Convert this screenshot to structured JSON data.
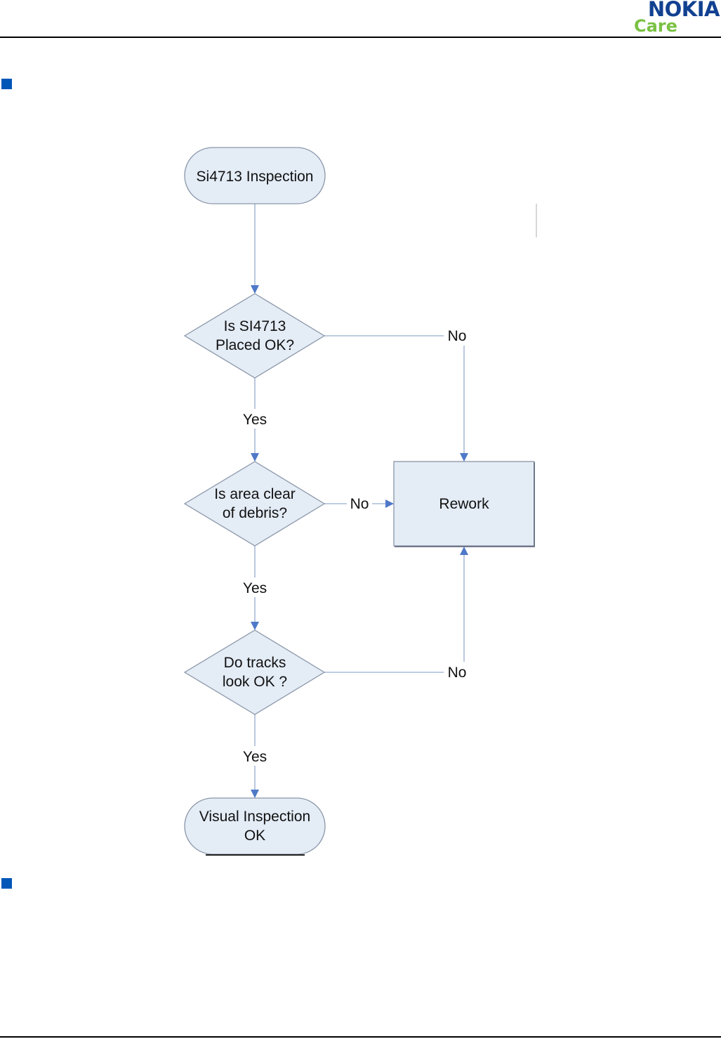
{
  "header": {
    "logo_brand": "NOKIA",
    "logo_sub": "Care"
  },
  "colors": {
    "node_fill": "#e4ecf6",
    "node_stroke": "#8a96a8",
    "connector": "#a9bbd7",
    "arrowhead": "#4f79c8",
    "bullet": "#0057b8",
    "brand_blue": "#124191",
    "brand_green": "#7ac143"
  },
  "flowchart": {
    "start": {
      "lines": [
        "Si4713 Inspection"
      ]
    },
    "decision_placed": {
      "lines": [
        "Is SI4713",
        "Placed OK?"
      ]
    },
    "decision_debris": {
      "lines": [
        "Is area clear",
        "of debris?"
      ]
    },
    "decision_tracks": {
      "lines": [
        "Do tracks",
        "look OK ?"
      ]
    },
    "rework": {
      "lines": [
        "Rework"
      ]
    },
    "end": {
      "lines": [
        "Visual Inspection",
        "OK"
      ]
    },
    "labels": {
      "yes_1": "Yes",
      "yes_2": "Yes",
      "yes_3": "Yes",
      "no_1": "No",
      "no_2": "No",
      "no_3": "No"
    }
  }
}
